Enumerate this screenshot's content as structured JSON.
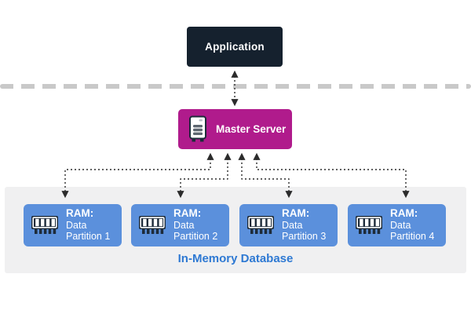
{
  "application": {
    "label": "Application"
  },
  "master_server": {
    "label": "Master Server",
    "icon": "server-tower-icon"
  },
  "database": {
    "label": "In-Memory Database",
    "partition_icon": "ram-chip-icon",
    "partitions": [
      {
        "ram": "RAM:",
        "data": "Data",
        "partition": "Partition 1"
      },
      {
        "ram": "RAM:",
        "data": "Data",
        "partition": "Partition 2"
      },
      {
        "ram": "RAM:",
        "data": "Data",
        "partition": "Partition 3"
      },
      {
        "ram": "RAM:",
        "data": "Data",
        "partition": "Partition 4"
      }
    ]
  },
  "colors": {
    "application_bg": "#15212e",
    "master_bg": "#b01b8c",
    "partition_bg": "#5b90dc",
    "panel_bg": "#f0f0f1",
    "database_label": "#2e79d3",
    "separator": "#c9c9c9",
    "connector": "#2b2b2b",
    "text_on_dark": "#ffffff"
  }
}
